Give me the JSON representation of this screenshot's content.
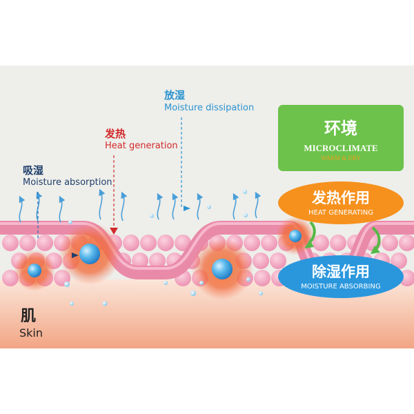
{
  "labels": {
    "absorption_cn": "吸湿",
    "absorption_en": "Moisture absorption",
    "heat_cn": "发热",
    "heat_en": "Heat generation",
    "dissipation_cn": "放湿",
    "dissipation_en": "Moisture dissipation"
  },
  "microclimate": {
    "title_cn": "环境",
    "title_en": "MICROCLIMATE",
    "subtitle": "WARM & DRY",
    "color": "#6cc24a"
  },
  "heat_generating": {
    "title_cn": "发热作用",
    "title_en": "HEAT GENERATING",
    "color": "#f6911e"
  },
  "moisture_absorbing": {
    "title_cn": "除湿作用",
    "title_en": "MOISTURE ABSORBING",
    "color": "#2a97dd"
  },
  "skin": {
    "title_cn": "肌",
    "title_en": "Skin"
  },
  "colors": {
    "background_top": "#eeeeea",
    "skin_gradient_top": "#fbe3d6",
    "skin_gradient_bottom": "#f0a585",
    "fiber": "#e98aa9",
    "fiber_ball": "#f4a9c1",
    "heat_glow": "#f0632a",
    "water_drop": "#3aa7e0",
    "arrow": "#4a9fd8"
  }
}
